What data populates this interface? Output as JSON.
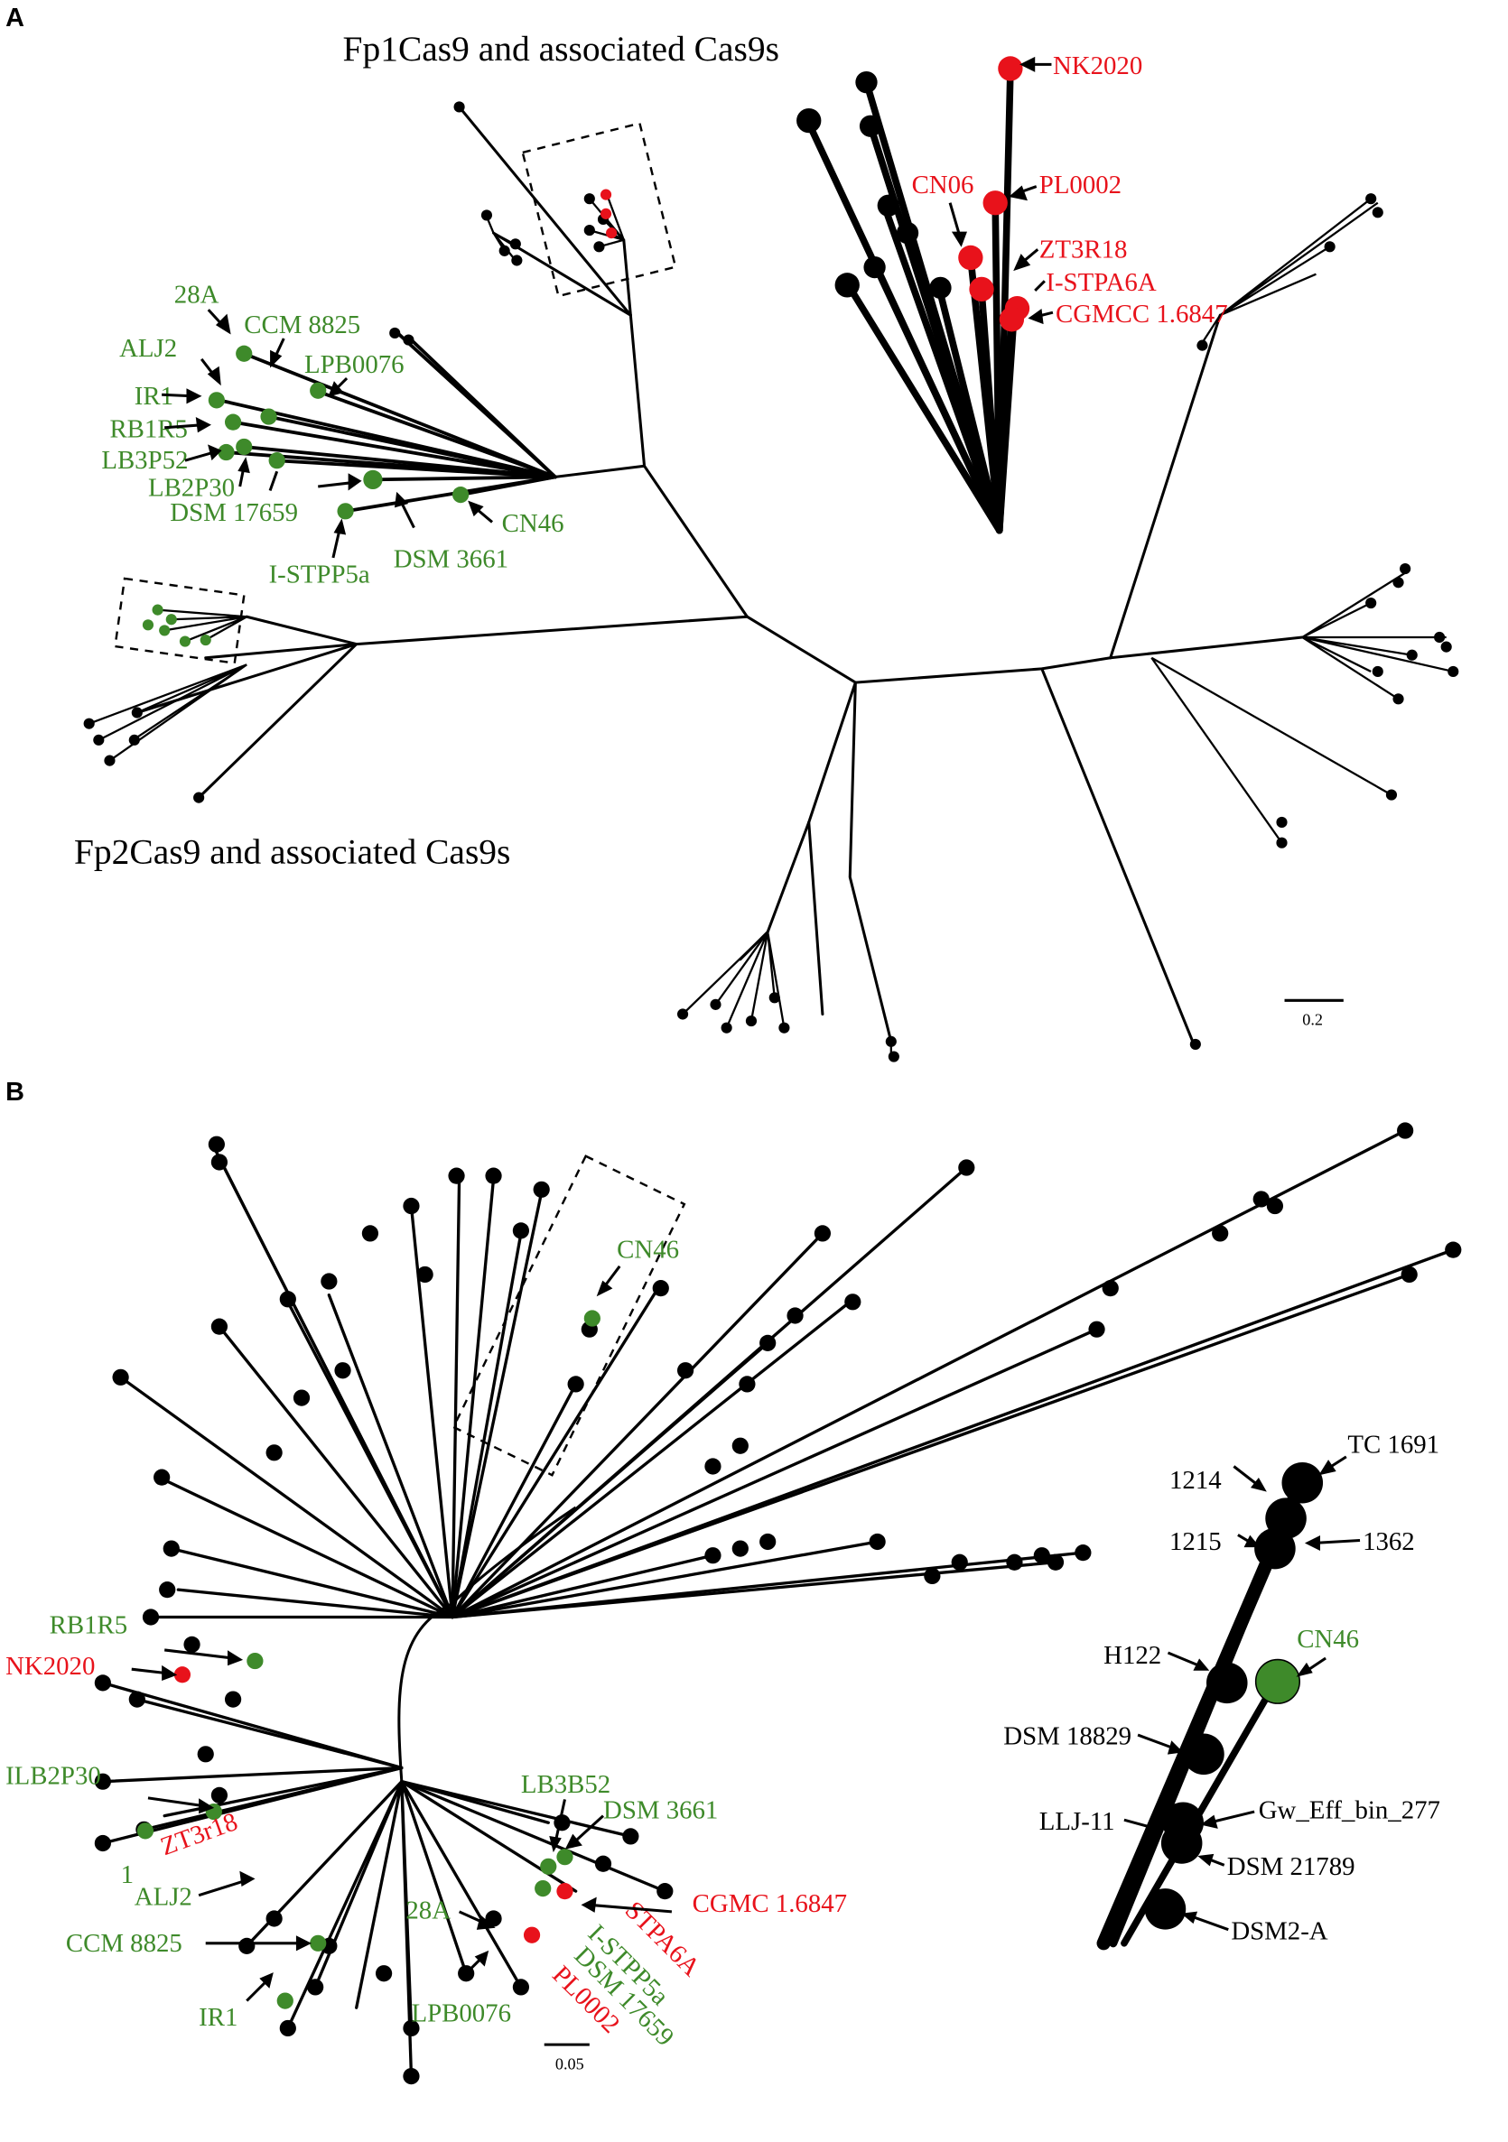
{
  "panels": {
    "A": {
      "letter": "A",
      "title_top": "Fp1Cas9 and associated Cas9s",
      "title_bottom": "Fp2Cas9 and associated Cas9s",
      "scale_label": "0.2",
      "labels_green": [
        "28A",
        "CCM 8825",
        "ALJ2",
        "LPB0076",
        "IR1",
        "RB1R5",
        "LB3P52",
        "LB2P30",
        "DSM 17659",
        "CN46",
        "DSM 3661",
        "I-STPP5a"
      ],
      "labels_red": [
        "NK2020",
        "CN06",
        "PL0002",
        "ZT3R18",
        "I-STPA6A",
        "CGMCC 1.6847"
      ]
    },
    "B": {
      "letter": "B",
      "scale_label": "0.05",
      "labels_green": [
        "CN46",
        "RB1R5",
        "ILB2P30",
        "1",
        "ALJ2",
        "CCM 8825",
        "IR1",
        "28A",
        "LPB0076",
        "LB3B52",
        "DSM 3661",
        "I-STPP5a",
        "DSM 17659"
      ],
      "labels_red": [
        "NK2020",
        "ZT3r18",
        "CGMC 1.6847",
        "STPA6A",
        "PL0002"
      ],
      "inset": {
        "labels_black": [
          "TC 1691",
          "1214",
          "1215",
          "1362",
          "H122",
          "DSM 18829",
          "LLJ-11",
          "Gw_Eff_bin_277",
          "DSM 21789",
          "DSM2-A"
        ],
        "labels_green": [
          "CN46"
        ]
      }
    }
  },
  "colors": {
    "green": "#3e8a2a",
    "red": "#e8121b",
    "black": "#000000"
  }
}
